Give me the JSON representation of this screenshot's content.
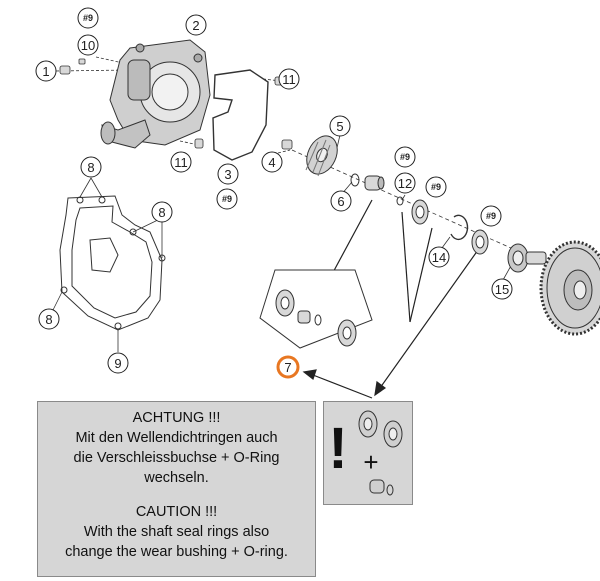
{
  "callouts": {
    "c1": "1",
    "c2": "2",
    "c3": "3",
    "c4": "4",
    "c5": "5",
    "c6": "6",
    "c7": "7",
    "c8a": "8",
    "c8b": "8",
    "c8c": "8",
    "c9": "9",
    "c10": "10",
    "c11a": "11",
    "c11b": "11",
    "c12": "12",
    "c14": "14",
    "c15": "15",
    "h9a": "#9",
    "h9b": "#9",
    "h9c": "#9",
    "h9d": "#9",
    "h9e": "#9"
  },
  "warning": {
    "de_title": "ACHTUNG !!!",
    "de_line1": "Mit den Wellendichtringen auch",
    "de_line2": "die Verschleissbuchse + O-Ring",
    "de_line3": "wechseln.",
    "en_title": "CAUTION !!!",
    "en_line1": "With the shaft seal rings also",
    "en_line2": "change the wear bushing + O-ring."
  },
  "kit": {
    "exclamation": "!",
    "plus": "+"
  },
  "colors": {
    "highlight": "#e87722",
    "line": "#333333",
    "box": "#d6d6d6"
  }
}
